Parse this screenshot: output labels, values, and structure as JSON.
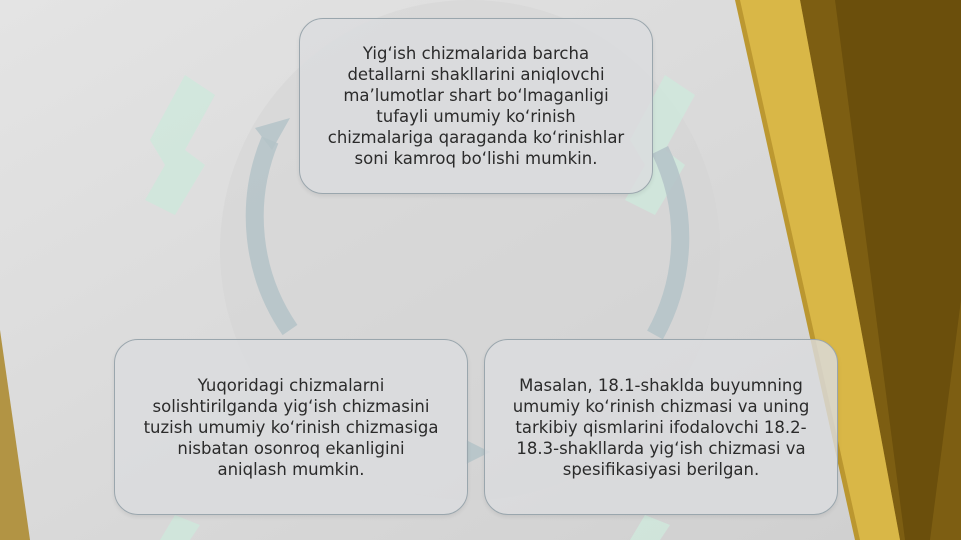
{
  "colors": {
    "background": "#d9d9d9",
    "gold_dark": "#7a5c12",
    "gold_mid": "#b98d1c",
    "gold_light": "#e2c258",
    "cycle_arrow": "#b5c4c9",
    "watermark_green": "#cfe6dc"
  },
  "cycle": {
    "nodes": [
      {
        "id": "top",
        "text": "Yig‘ish chizmalarida barcha\ndetallarni shakllarini aniqlovchi\nma’lumotlar shart bo‘lmaganligi\ntufayli umumiy ko‘rinish\nchizmalariga qaraganda ko‘rinishlar\nsoni kamroq bo‘lishi mumkin."
      },
      {
        "id": "right",
        "text": "Masalan, 18.1-shaklda buyumning\numumiy ko‘rinish chizmasi va uning\ntarkibiy qismlarini ifodalovchi 18.2-\n18.3-shakllarda yig‘ish chizmasi va\nspesifikasiyasi berilgan."
      },
      {
        "id": "left",
        "text": "Yuqoridagi chizmalarni\nsolishtirilganda yig‘ish chizmasini\ntuzish umumiy ko‘rinish chizmasiga\nnisbatan osonroq ekanligini\naniqlash mumkin."
      }
    ]
  }
}
